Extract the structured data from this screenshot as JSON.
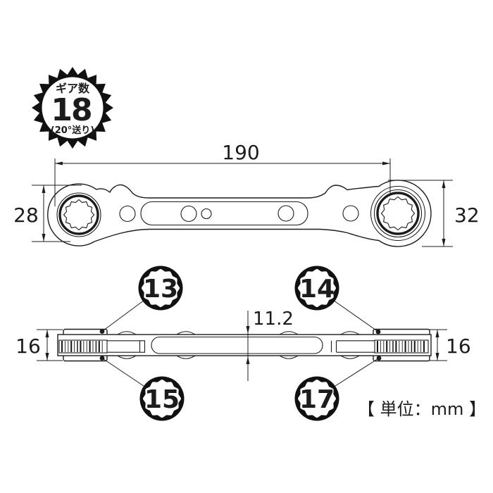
{
  "gear_badge": {
    "label": "ギア数",
    "value": "18",
    "note": "(20°送り)"
  },
  "dims": {
    "overall_length": "190",
    "left_head_od": "28",
    "right_head_od": "32",
    "handle_thickness": "11.2",
    "left_head_width": "16",
    "right_head_width": "16"
  },
  "socket_sizes": {
    "top_left": "13",
    "top_right": "14",
    "bottom_left": "15",
    "bottom_right": "17"
  },
  "unit_note": "【 単位：mm 】",
  "colors": {
    "line": "#1c1c1c",
    "background": "#ffffff"
  }
}
